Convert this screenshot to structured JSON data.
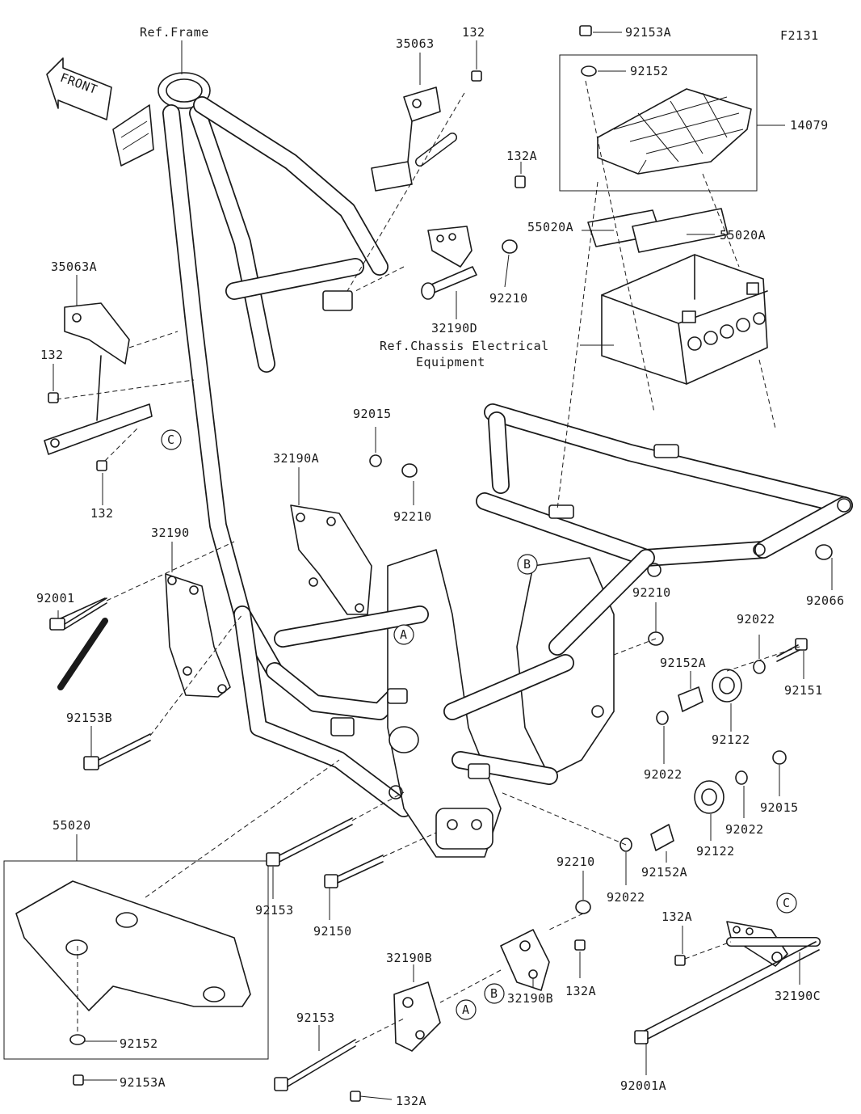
{
  "diagram_code": "F2131",
  "front_marker": "FRONT",
  "references": {
    "frame": "Ref.Frame",
    "chassis_line1": "Ref.Chassis Electrical",
    "chassis_line2": "Equipment"
  },
  "callouts": {
    "A": "A",
    "B": "B",
    "C": "C"
  },
  "parts": {
    "p35063": "35063",
    "p132_top": "132",
    "p92153A_top": "92153A",
    "p92152_top": "92152",
    "p14079": "14079",
    "p132A_top": "132A",
    "p55020A_l": "55020A",
    "p55020A_r": "55020A",
    "p35063A": "35063A",
    "p132_left": "132",
    "p92210_a": "92210",
    "p32190D": "32190D",
    "p132_left2": "132",
    "p92015_a": "92015",
    "p32190A": "32190A",
    "p92210_b": "92210",
    "p32190": "32190",
    "p92001": "92001",
    "p92066": "92066",
    "p92210_c": "92210",
    "p92022_a": "92022",
    "p92152A_a": "92152A",
    "p92151": "92151",
    "p92122_a": "92122",
    "p92153B": "92153B",
    "p92022_b": "92022",
    "p92015_b": "92015",
    "p92022_c": "92022",
    "p92122_b": "92122",
    "p55020": "55020",
    "p92153_a": "92153",
    "p92152A_b": "92152A",
    "p92150": "92150",
    "p92022_d": "92022",
    "p92210_d": "92210",
    "p132A_c": "132A",
    "p32190B_a": "32190B",
    "p132A_d": "132A",
    "p32190B_b": "32190B",
    "p32190C": "32190C",
    "p92152_b": "92152",
    "p92153_b": "92153",
    "p92153A_b": "92153A",
    "p132A_e": "132A",
    "p92001A": "92001A"
  }
}
